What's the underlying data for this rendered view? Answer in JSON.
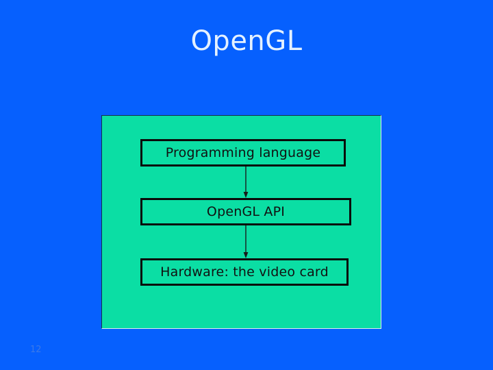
{
  "slide": {
    "title": "OpenGL",
    "page_number": "12",
    "background_color": "#0660fe",
    "title_color": "#e4f1ff",
    "page_number_color": "#3b79e8"
  },
  "diagram": {
    "panel_background": "#0bdea4",
    "panel_border_color": "#16304a",
    "box_border_color": "#0a0a0a",
    "box_text_color": "#111111",
    "boxes": [
      {
        "label": "Programming language"
      },
      {
        "label": "OpenGL API"
      },
      {
        "label": "Hardware: the video card"
      }
    ],
    "arrows": [
      {
        "from": "Programming language",
        "to": "OpenGL API",
        "direction": "down"
      },
      {
        "from": "OpenGL API",
        "to": "Hardware: the video card",
        "direction": "down"
      }
    ]
  }
}
